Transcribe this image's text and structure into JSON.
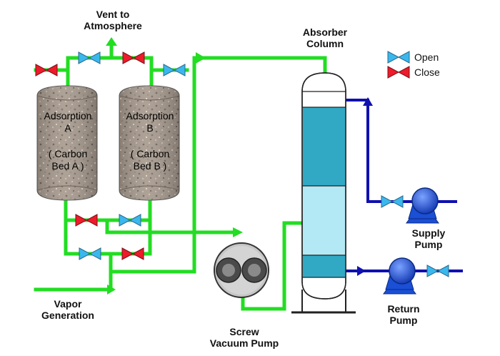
{
  "labels": {
    "vent": [
      "Vent to",
      "Atmosphere"
    ],
    "absorber": [
      "Absorber",
      "Column"
    ],
    "vapor": [
      "Vapor",
      "Generation"
    ],
    "screw_pump": [
      "Screw",
      "Vacuum Pump"
    ],
    "supply_pump": [
      "Supply",
      "Pump"
    ],
    "return_pump": [
      "Return",
      "Pump"
    ]
  },
  "tanks": {
    "a": [
      "Adsorption",
      "A",
      "( Carbon",
      "Bed A )"
    ],
    "b": [
      "Adsorption",
      "B",
      "( Carbon",
      "Bed B )"
    ]
  },
  "legend": {
    "open": "Open",
    "close": "Close"
  },
  "colors": {
    "vapor_line": "#22dd22",
    "liquid_line": "#1010b0",
    "valve_open": "#3ab8ee",
    "valve_close": "#ee1b2a",
    "column_liquid": "#31a9c4",
    "column_light": "#b3e9f5",
    "pump_body": "#1a4fd6"
  },
  "valves": {
    "top_left": "close",
    "top_center_left": "open",
    "top_center_right": "close",
    "top_right": "open",
    "mid_left": "close",
    "mid_right": "open",
    "low_left": "open",
    "low_right": "close",
    "supply": "open",
    "return": "open"
  }
}
